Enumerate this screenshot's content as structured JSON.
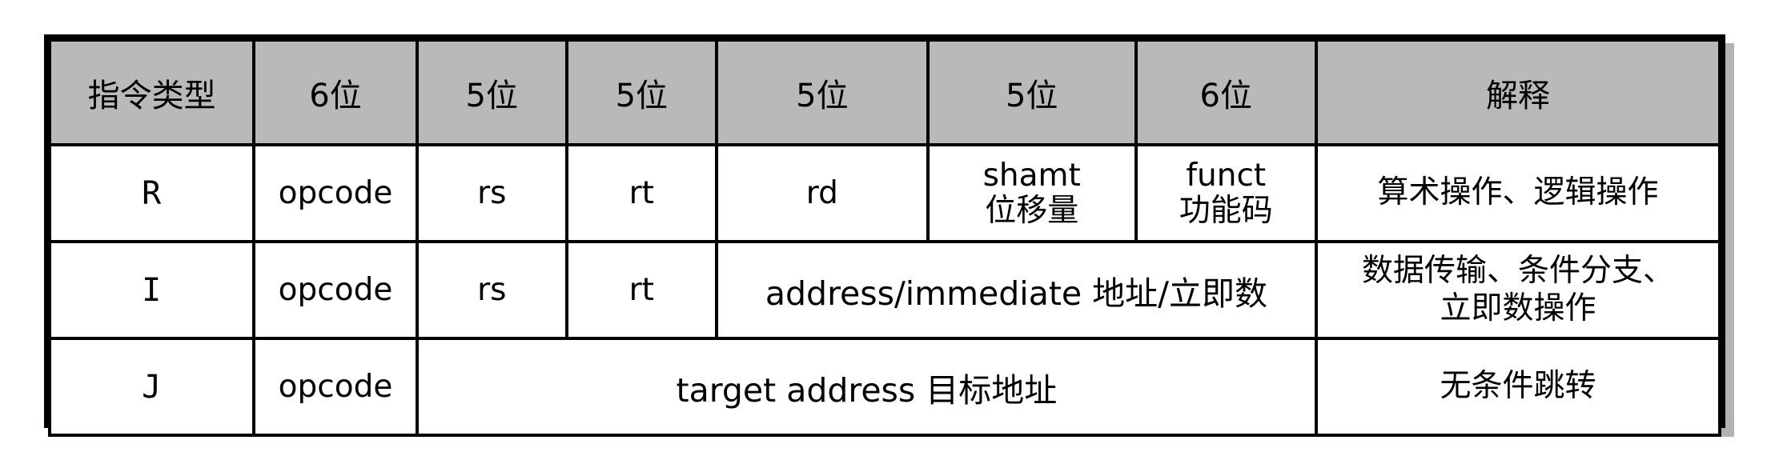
{
  "diagram": {
    "kind": "mips-instruction-format-table",
    "colors": {
      "header_fill": "#b9b9b9",
      "cell_fill": "#ffffff",
      "border": "#000000",
      "shadow": "#b3b3b3"
    }
  },
  "table": {
    "headers": [
      "指令类型",
      "6位",
      "5位",
      "5位",
      "5位",
      "5位",
      "6位",
      "解释"
    ],
    "rows": [
      {
        "type": "R",
        "opcode": "opcode",
        "rs": "rs",
        "rt": "rt",
        "rd": "rd",
        "shamt_en": "shamt",
        "shamt_cn": "位移量",
        "funct_en": "funct",
        "funct_cn": "功能码",
        "explain_line1": "算术操作、逻辑操作",
        "explain_line2": ""
      },
      {
        "type": "I",
        "opcode": "opcode",
        "rs": "rs",
        "rt": "rt",
        "immediate": "address/immediate 地址/立即数",
        "explain_line1": "数据传输、条件分支、",
        "explain_line2": "立即数操作"
      },
      {
        "type": "J",
        "opcode": "opcode",
        "target": "target address 目标地址",
        "explain_line1": "无条件跳转",
        "explain_line2": ""
      }
    ]
  }
}
